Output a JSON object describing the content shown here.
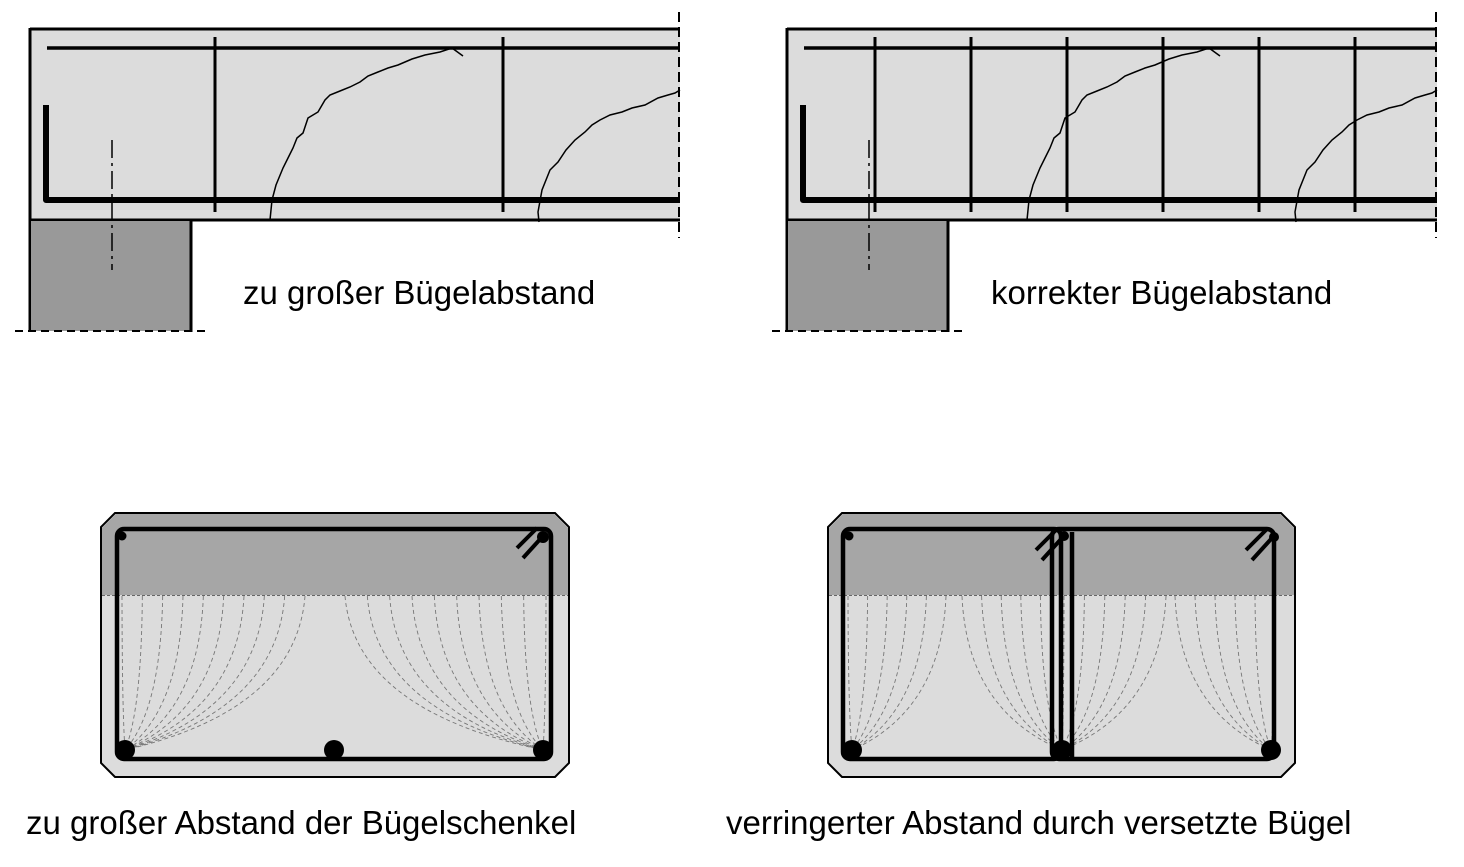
{
  "panels": {
    "beam_wide": {
      "caption": "zu großer Bügelabstand"
    },
    "beam_correct": {
      "caption": "korrekter Bügelabstand"
    },
    "section_wide": {
      "caption": "zu großer Abstand der Bügelschenkel"
    },
    "section_offset": {
      "caption": "verringerter Abstand durch versetzte Bügel"
    }
  },
  "colors": {
    "concrete": "#dcdcdc",
    "compression_zone": "#a6a6a6",
    "support": "#999999",
    "steel": "#000000"
  }
}
